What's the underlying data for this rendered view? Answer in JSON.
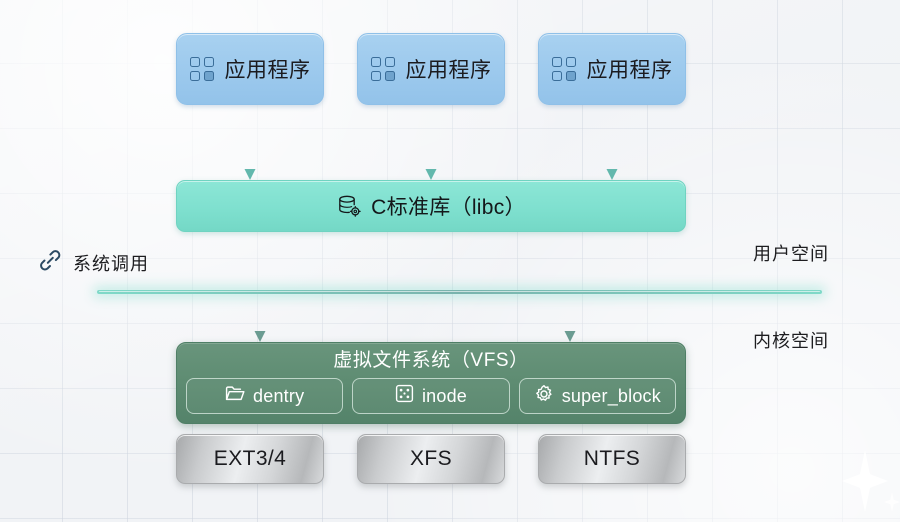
{
  "diagram": {
    "title_context": "Linux filesystem architecture",
    "colors": {
      "app_fill": "#9cc9ed",
      "libc_fill": "#7fe0cf",
      "vfs_fill": "#5e8c72",
      "fs_fill": "#d4d6d8",
      "divider": "#7fd9c8",
      "background": "#f1f3f6"
    },
    "applications": [
      {
        "label": "应用程序",
        "icon": "grid-2x2-icon"
      },
      {
        "label": "应用程序",
        "icon": "grid-2x2-icon"
      },
      {
        "label": "应用程序",
        "icon": "grid-2x2-icon"
      }
    ],
    "libc": {
      "label": "C标准库（libc）",
      "icon": "database-gear-icon"
    },
    "syscall": {
      "label": "系统调用",
      "icon": "link-icon"
    },
    "spaces": {
      "user": "用户空间",
      "kernel": "内核空间"
    },
    "vfs": {
      "title": "虚拟文件系统（VFS）",
      "items": [
        {
          "label": "dentry",
          "icon": "folder-icon"
        },
        {
          "label": "inode",
          "icon": "grid-cells-icon"
        },
        {
          "label": "super_block",
          "icon": "gear-icon"
        }
      ]
    },
    "filesystems": [
      {
        "label": "EXT3/4"
      },
      {
        "label": "XFS"
      },
      {
        "label": "NTFS"
      }
    ]
  }
}
